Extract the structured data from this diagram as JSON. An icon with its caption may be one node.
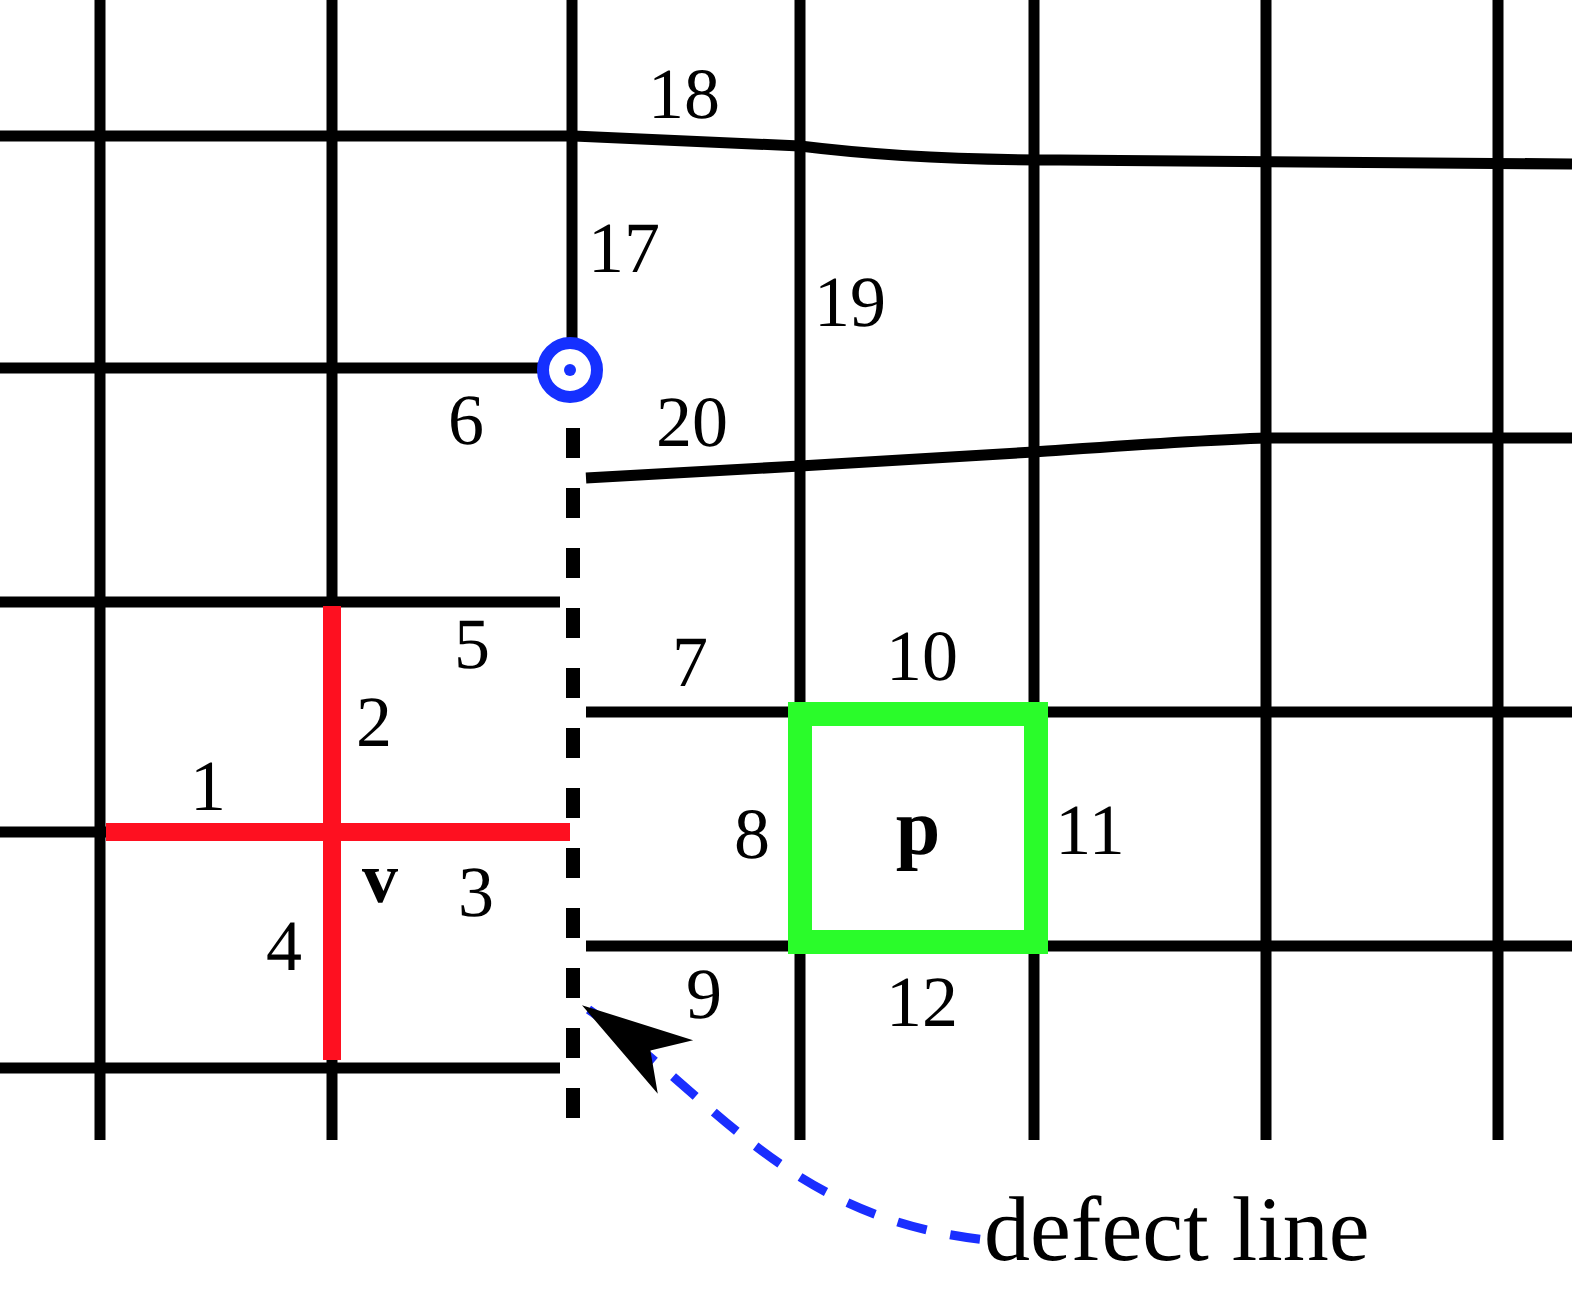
{
  "diagram": {
    "nodes": [
      {
        "text": [],
        "shape": "line"
      },
      {
        "text": [
          "p"
        ]
      },
      {
        "text": [
          "defect line"
        ]
      }
    ],
    "edges": [
      {
        "from": 2,
        "to": 0,
        "arrow": "to",
        "style": "dashed",
        "color": "#1a2eff"
      }
    ],
    "labels": [
      "18",
      "17",
      "19",
      "6",
      "20",
      "5",
      "7",
      "10",
      "2",
      "1",
      "8",
      "11",
      "v",
      "3",
      "4",
      "9",
      "12"
    ]
  }
}
